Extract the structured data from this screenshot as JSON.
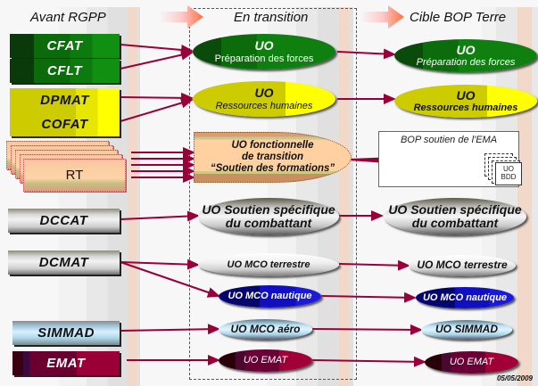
{
  "columns": {
    "left_title": "Avant RGPP",
    "middle_title": "En transition",
    "right_title": "Cible BOP Terre"
  },
  "sources": [
    {
      "id": "cfat",
      "label": "CFAT"
    },
    {
      "id": "cflt",
      "label": "CFLT"
    },
    {
      "id": "dpmat",
      "label": "DPMAT"
    },
    {
      "id": "cofat",
      "label": "COFAT"
    },
    {
      "id": "rt",
      "label": "RT"
    },
    {
      "id": "dccat",
      "label": "DCCAT"
    },
    {
      "id": "dcmat",
      "label": "DCMAT"
    },
    {
      "id": "simmad",
      "label": "SIMMAD"
    },
    {
      "id": "emat",
      "label": "EMAT"
    }
  ],
  "transition": {
    "prep_forces": {
      "line1": "UO",
      "line2": "Préparation des forces"
    },
    "rh": {
      "line1": "UO",
      "line2": "Ressources humaines"
    },
    "fonctionnelle": {
      "line1": "UO fonctionnelle",
      "line2": "de transition",
      "line3": "“Soutien des formations”"
    },
    "soutien_combattant": {
      "line1": "UO Soutien spécifique",
      "line2": "du combattant"
    },
    "mco_terrestre": "UO MCO terrestre",
    "mco_nautique": "UO MCO nautique",
    "mco_aero": "UO MCO aéro",
    "emat": "UO EMAT"
  },
  "target": {
    "prep_forces": {
      "line1": "UO",
      "line2": "Préparation des forces"
    },
    "rh": {
      "line1": "UO",
      "line2": "Ressources humaines"
    },
    "bop_box_title": "BOP soutien de l'EMA",
    "bdd": {
      "line1": "UO",
      "line2": "BDD"
    },
    "soutien_combattant": {
      "line1": "UO Soutien spécifique",
      "line2": "du combattant"
    },
    "mco_terrestre": "UO MCO terrestre",
    "mco_nautique": "UO MCO nautique",
    "simmad": "UO SIMMAD",
    "emat": "UO EMAT"
  },
  "footer": {
    "date": "05/05/2009"
  },
  "colors": {
    "arrow": "#99003a",
    "dashed_border": "#555555"
  }
}
